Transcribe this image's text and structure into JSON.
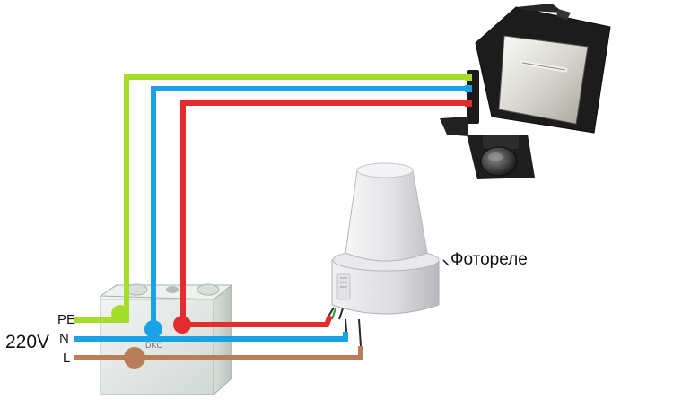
{
  "labels": {
    "pe": "PE",
    "n": "N",
    "l": "L",
    "voltage": "220V",
    "photorelay": "Фотореле"
  },
  "colors": {
    "pe": "#a6dd2c",
    "n": "#19a3e6",
    "l": "#b87d59",
    "red_wire": "#e22d2e",
    "box": "#e6ebe8",
    "relay_body": "#ececee",
    "lamp_body": "#1a1a1a"
  }
}
